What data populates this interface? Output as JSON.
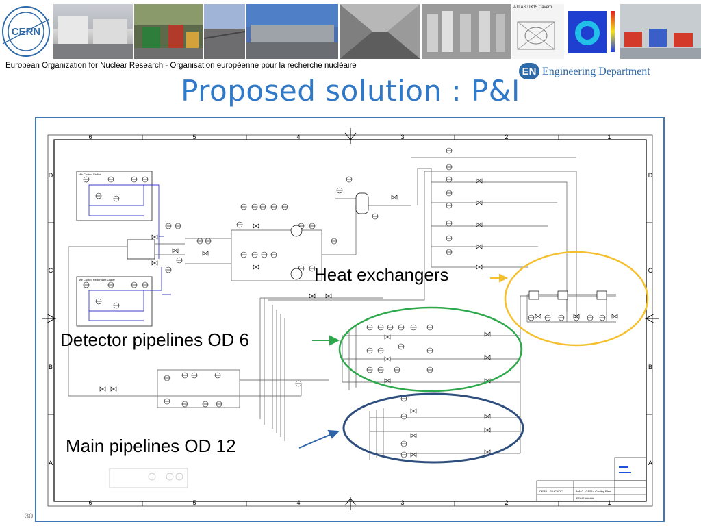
{
  "header": {
    "logo_text": "CERN",
    "subtitle": "European Organization for Nuclear Research - Organisation européenne pour la recherche nucléaire",
    "dept_badge": "EN",
    "dept_name": "Engineering Department",
    "photo_caption": "ATLAS UX15 Cavern"
  },
  "slide": {
    "title": "Proposed solution : P&I",
    "page_number": "30"
  },
  "annotations": {
    "heat_exchangers": "Heat exchangers",
    "detector_pipelines": "Detector pipelines OD 6",
    "main_pipelines": "Main pipelines OD 12"
  },
  "drawing": {
    "column_numbers": [
      "6",
      "5",
      "4",
      "3",
      "2",
      "1"
    ],
    "row_letters": [
      "D",
      "C",
      "B",
      "A"
    ],
    "box_labels": {
      "chiller_1": "Air Cooled Chiller",
      "chiller_2": "Air Cooled Redundant Chiller"
    },
    "title_block": {
      "org": "CERN - EN/CV/DC",
      "drawing": "NA62 - GSF14 Cooling Plant",
      "edms": "EDMS ######"
    }
  },
  "colors": {
    "title_blue": "#2f79c8",
    "frame_blue": "#3f78b4",
    "heat_exchanger_ellipse": "#f5c030",
    "detector_ellipse": "#2da84a",
    "main_ellipse": "#2e4f7e"
  }
}
